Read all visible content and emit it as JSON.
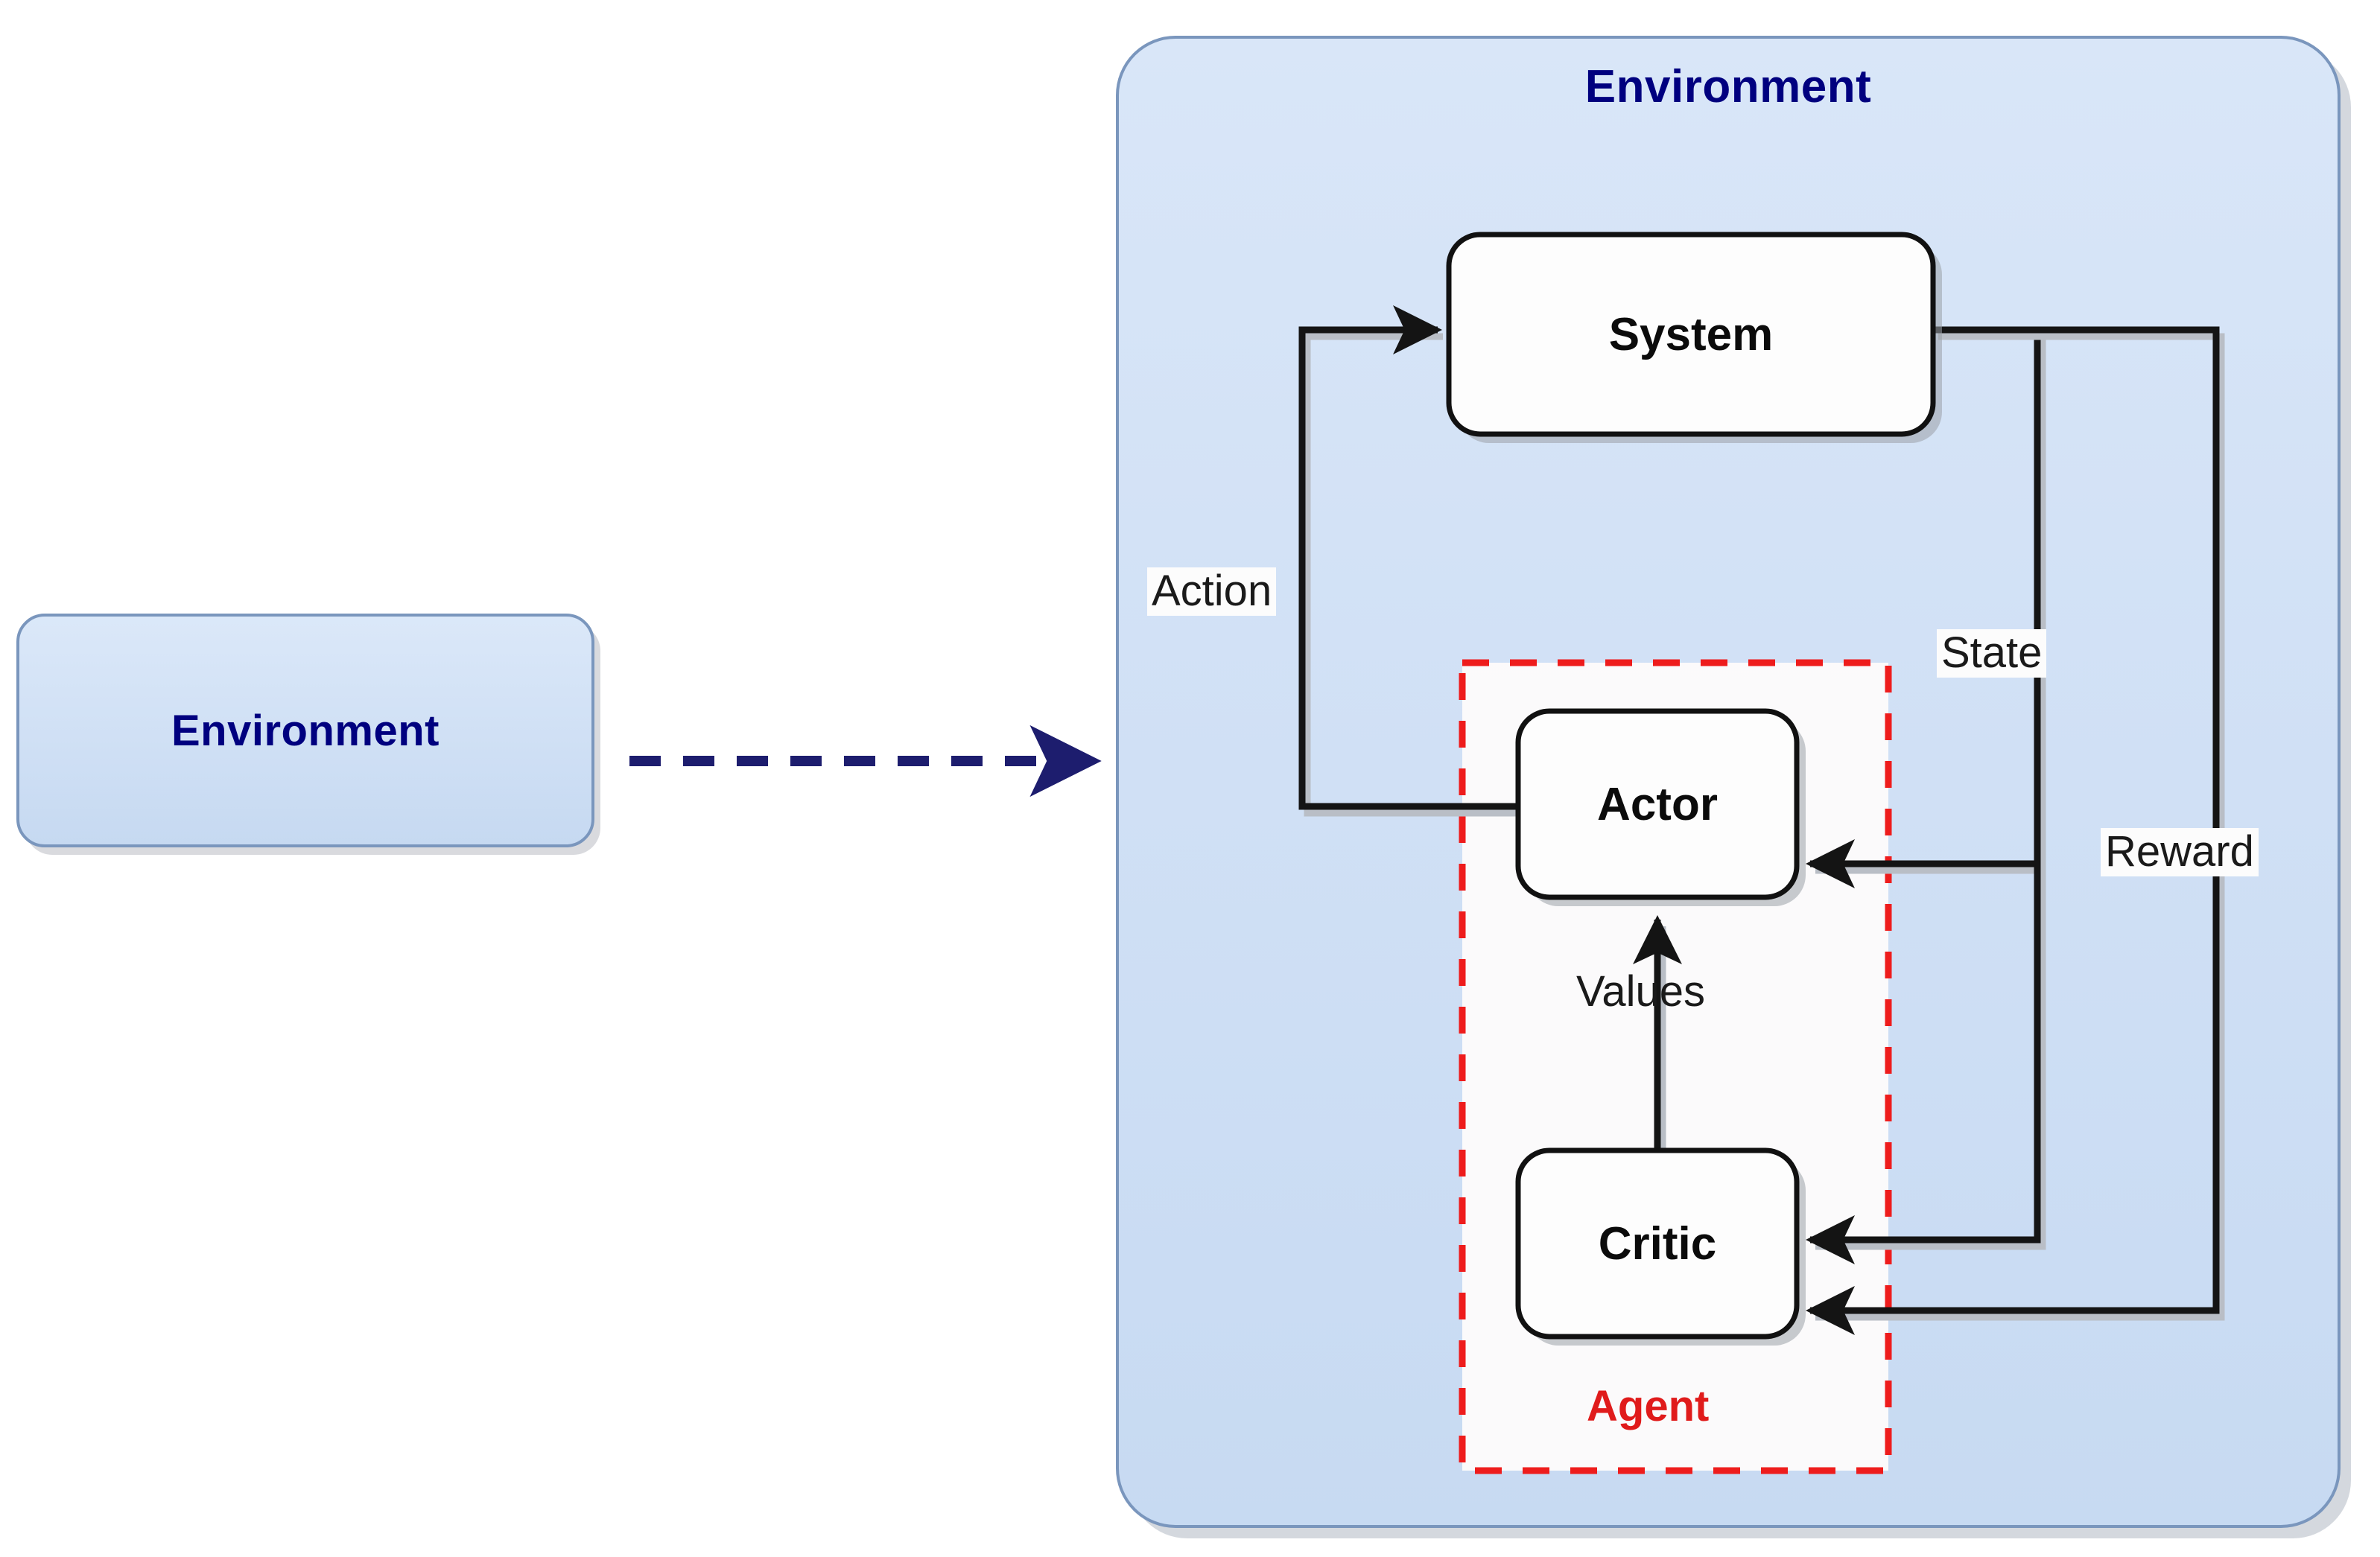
{
  "diagram": {
    "title": "Actor-Critic Reinforcement Learning Environment Diagram",
    "colors": {
      "environment_fill": "#cfe0f5",
      "environment_border": "#7a96bd",
      "environment_text": "#00007f",
      "node_fill": "#fdfdfd",
      "node_border": "#111111",
      "agent_border": "#ee1c1c",
      "agent_text": "#e01b1b",
      "agent_fill": "#fdfbfb",
      "edge_stroke": "#1a1a1a",
      "dashed_arrow": "#1d1d6e"
    }
  },
  "left_panel": {
    "environment_box": {
      "label": "Environment"
    }
  },
  "connector": {
    "dashed_arrow": {
      "name": "environment-to-environment-arrow",
      "style": "dashed",
      "direction": "right"
    }
  },
  "environment_container": {
    "label": "Environment",
    "nodes": [
      {
        "id": "system",
        "label": "System"
      },
      {
        "id": "actor",
        "label": "Actor"
      },
      {
        "id": "critic",
        "label": "Critic"
      }
    ],
    "agent_group": {
      "label": "Agent",
      "members": [
        "Actor",
        "Critic"
      ]
    },
    "edges": [
      {
        "id": "action",
        "label": "Action",
        "from": "Actor",
        "to": "System"
      },
      {
        "id": "state",
        "label": "State",
        "from": "System",
        "to": "Actor"
      },
      {
        "id": "state2",
        "label": "",
        "from": "System",
        "to": "Critic"
      },
      {
        "id": "reward",
        "label": "Reward",
        "from": "System",
        "to": "Critic"
      },
      {
        "id": "values",
        "label": "Values",
        "from": "Critic",
        "to": "Actor"
      }
    ]
  }
}
